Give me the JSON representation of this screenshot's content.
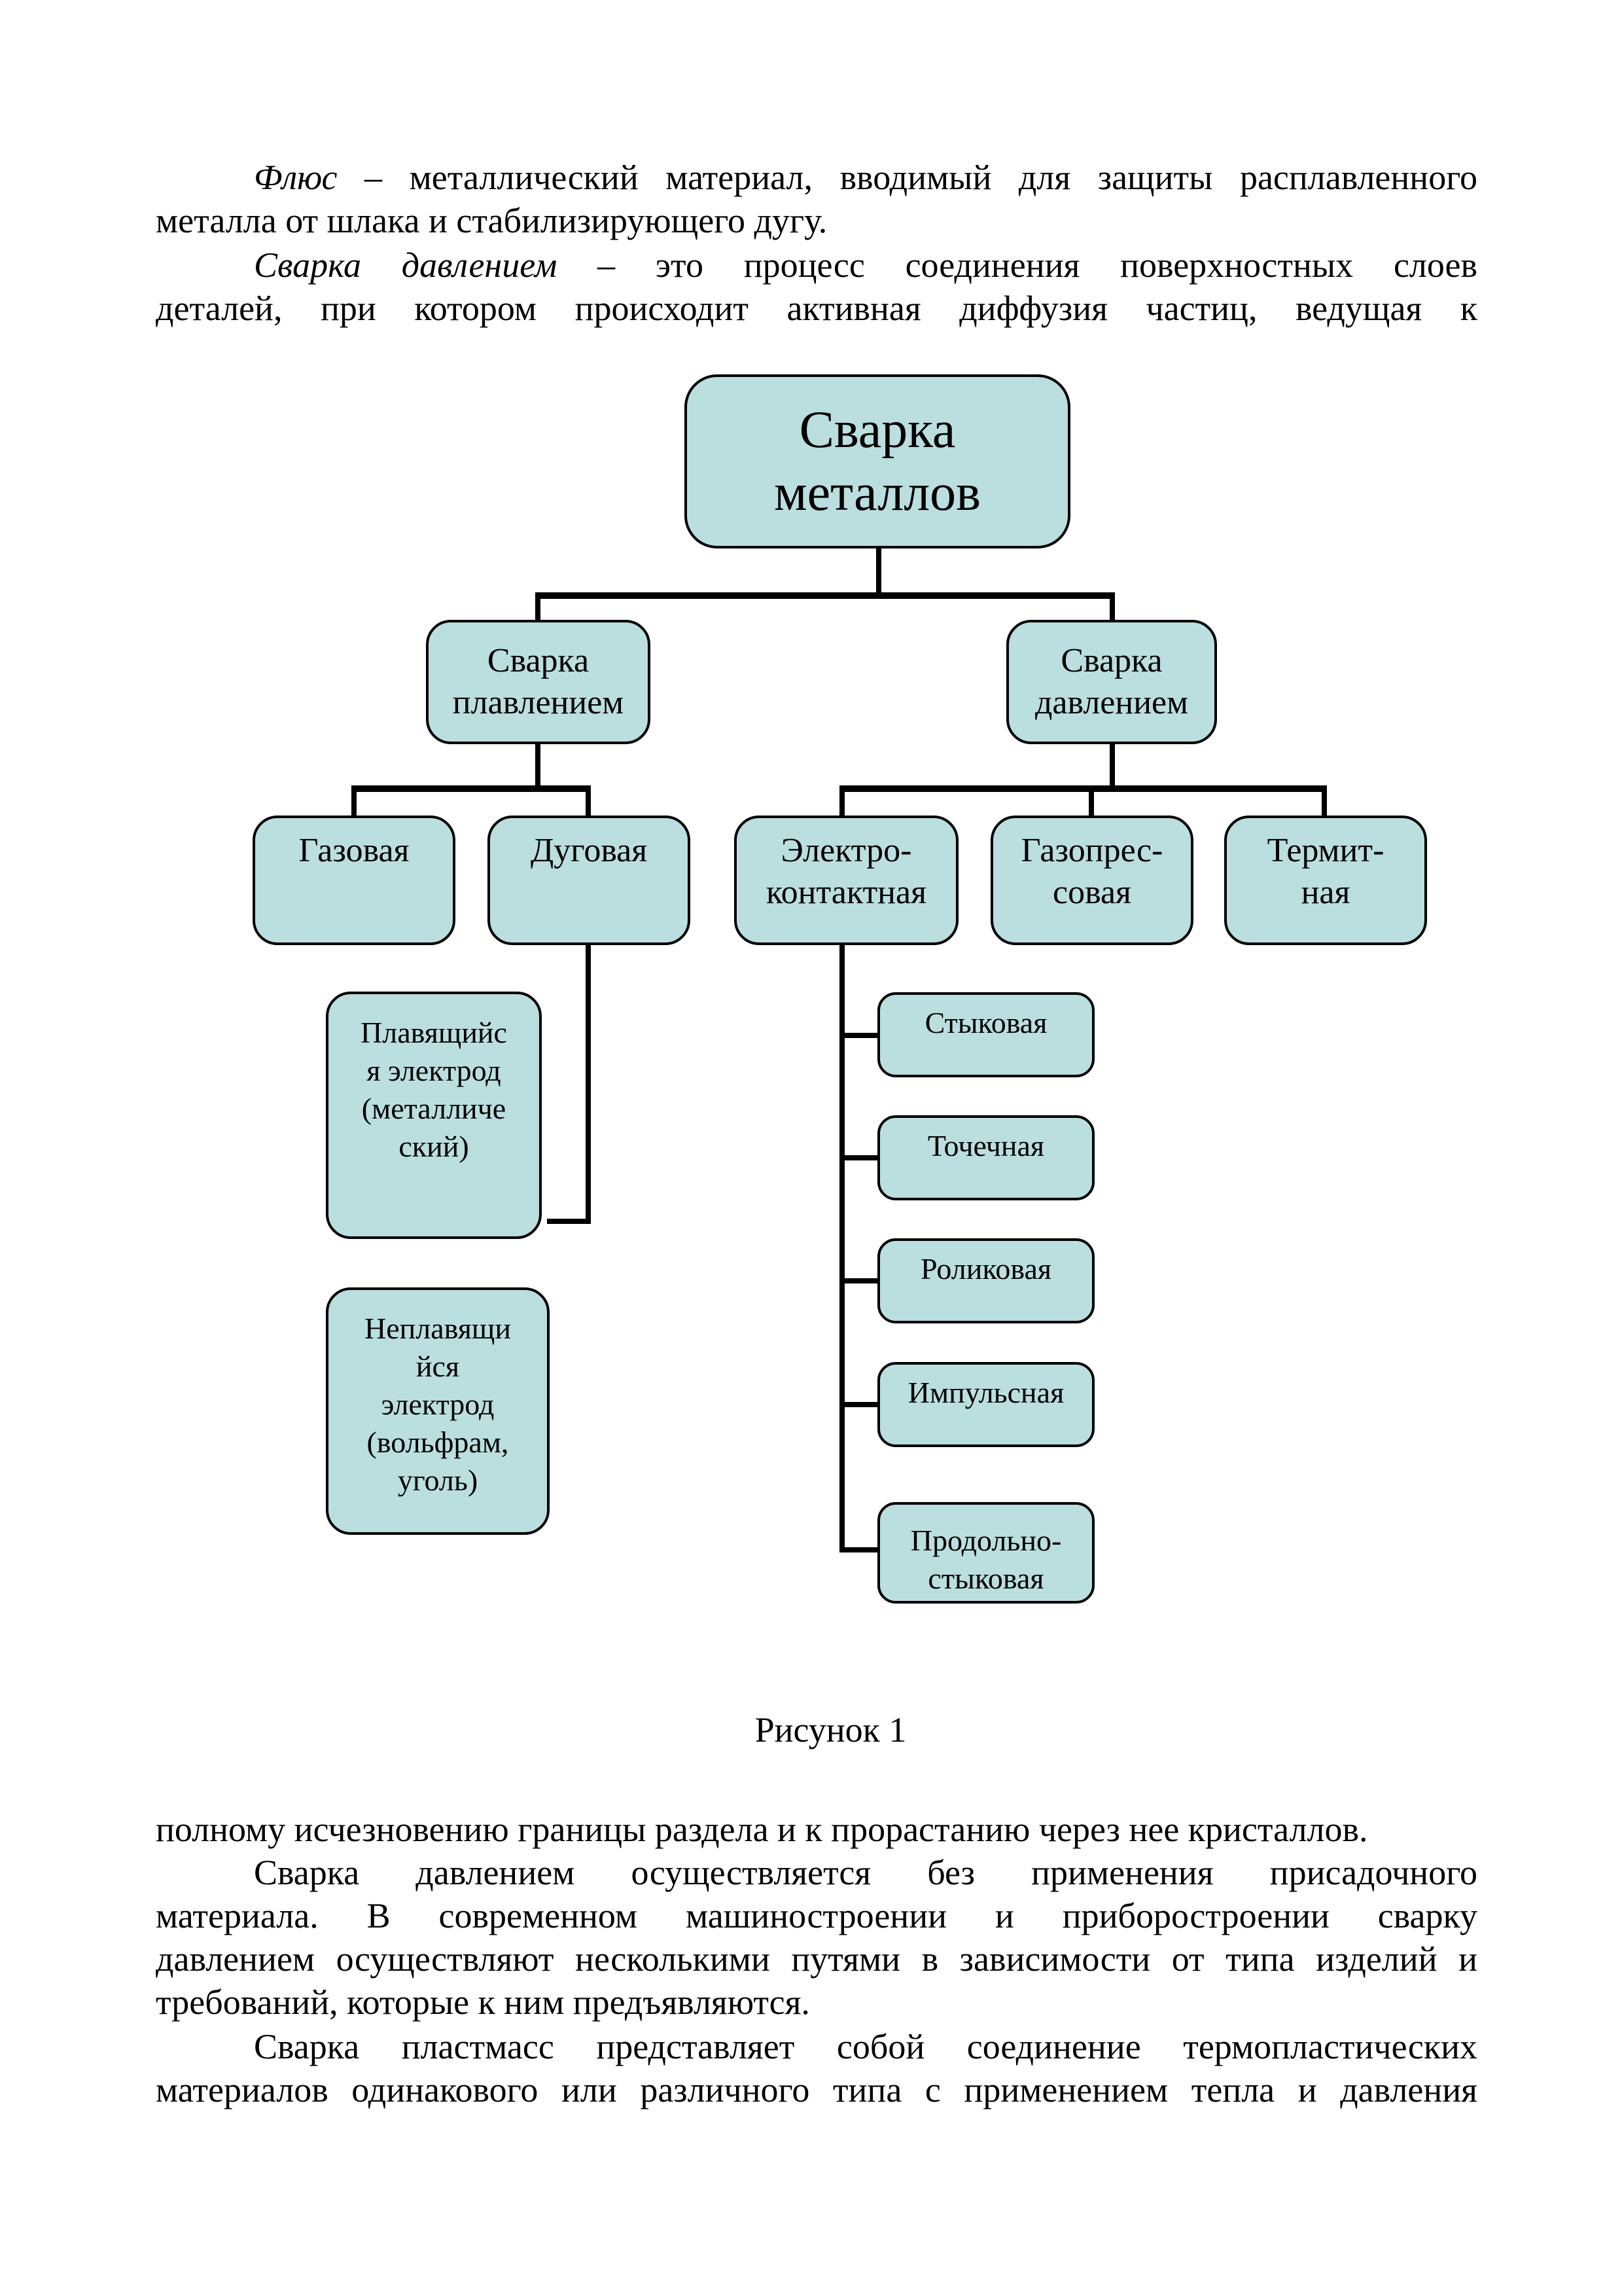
{
  "page": {
    "text_before": {
      "p1": {
        "term": "Флюс",
        "line1_rest": " – металлический материал, вводимый для защиты расплавленного",
        "line2": "металла от шлака и стабилизирующего дугу."
      },
      "p2": {
        "term": "Сварка давлением",
        "line1_rest": " – это процесс соединения поверхностных слоев",
        "line2": "деталей, при котором происходит активная диффузия частиц, ведущая к"
      }
    },
    "figure": {
      "caption": "Рисунок 1",
      "root": {
        "label": "Сварка металлов",
        "lines": [
          "Сварка",
          "металлов"
        ]
      },
      "branches": [
        {
          "label": "Сварка плавлением",
          "lines": [
            "Сварка",
            "плавлением"
          ],
          "children": [
            {
              "label": "Газовая",
              "lines": [
                "Газовая"
              ]
            },
            {
              "label": "Дуговая",
              "lines": [
                "Дуговая"
              ],
              "children": [
                {
                  "label": "Плавящийся электрод (металлический)",
                  "lines": [
                    "Плавящийс",
                    "я электрод",
                    "(металличе",
                    "ский)"
                  ]
                },
                {
                  "label": "Неплавящийся электрод (вольфрам, уголь)",
                  "lines": [
                    "Неплавящи",
                    "йся",
                    "электрод",
                    "(вольфрам,",
                    "уголь)"
                  ]
                }
              ]
            }
          ]
        },
        {
          "label": "Сварка давлением",
          "lines": [
            "Сварка",
            "давлением"
          ],
          "children": [
            {
              "label": "Электро-контактная",
              "lines": [
                "Электро-",
                "контактная"
              ],
              "children": [
                {
                  "label": "Стыковая",
                  "lines": [
                    "Стыковая"
                  ]
                },
                {
                  "label": "Точечная",
                  "lines": [
                    "Точечная"
                  ]
                },
                {
                  "label": "Роликовая",
                  "lines": [
                    "Роликовая"
                  ]
                },
                {
                  "label": "Импульсная",
                  "lines": [
                    "Импульсная"
                  ]
                },
                {
                  "label": "Продольно-стыковая",
                  "lines": [
                    "Продольно-",
                    "стыковая"
                  ]
                }
              ]
            },
            {
              "label": "Газопрессовая",
              "lines": [
                "Газопрес-",
                "совая"
              ]
            },
            {
              "label": "Термитная",
              "lines": [
                "Термит-",
                "ная"
              ]
            }
          ]
        }
      ],
      "box_color": "#bbdedf"
    },
    "text_after": {
      "lines": [
        "полному исчезновению границы раздела и к прорастанию через нее кристаллов.",
        "Сварка давлением осуществляется без применения присадочного",
        "материала. В современном машиностроении и приборостроении сварку",
        "давлением осуществляют несколькими путями в зависимости от типа изделий и",
        "требований, которые к ним предъявляются.",
        "Сварка пластмасс представляет собой соединение термопластических",
        "материалов одинакового или различного типа с применением тепла и давления"
      ]
    }
  }
}
